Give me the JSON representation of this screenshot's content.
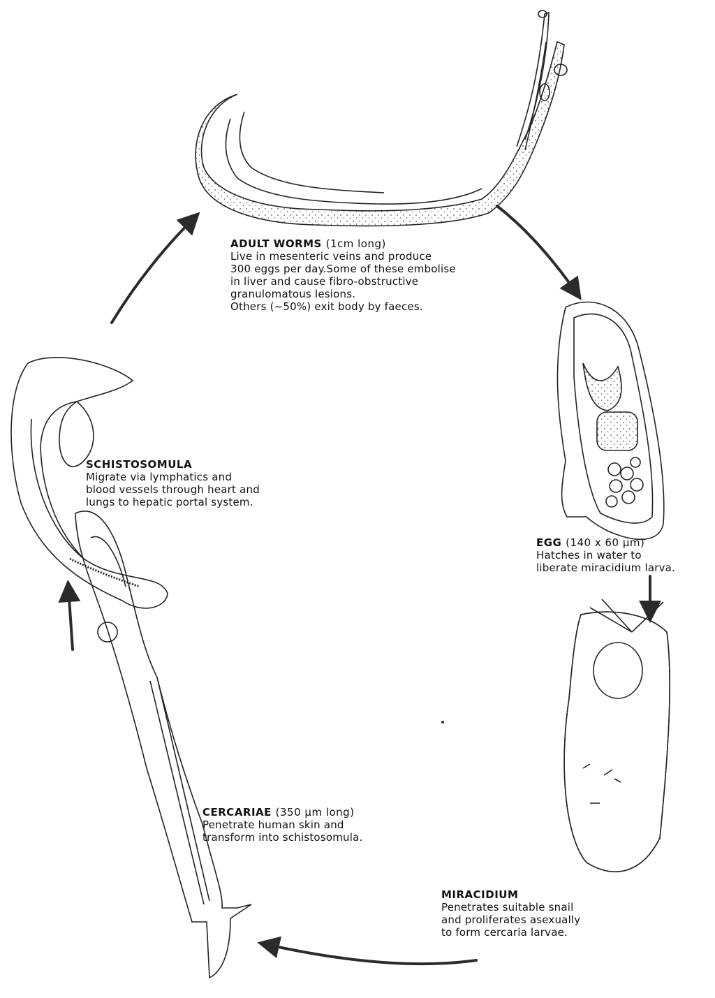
{
  "stages": {
    "adult": {
      "title": "ADULT WORMS",
      "size": "(1cm long)",
      "lines": [
        "Live in mesenteric veins and produce",
        "300 eggs per day.Some of these embolise",
        "in liver and cause fibro-obstructive",
        "granulomatous lesions.",
        "Others (∼50%) exit body by faeces."
      ]
    },
    "egg": {
      "title": "EGG",
      "size": "(140 x 60 µm)",
      "lines": [
        "Hatches in water to",
        "liberate miracidium larva."
      ]
    },
    "miracidium": {
      "title": "MIRACIDIUM",
      "lines": [
        "Penetrates suitable snail",
        "and proliferates asexually",
        "to form cercaria larvae."
      ]
    },
    "cercariae": {
      "title": "CERCARIAE",
      "size": "(350 µm long)",
      "lines": [
        "Penetrate human skin and",
        "transform into schistosomula."
      ]
    },
    "schistosomula": {
      "title": "SCHISTOSOMULA",
      "lines": [
        "Migrate via lymphatics and",
        "blood vessels through heart and",
        "lungs to hepatic portal system."
      ]
    }
  },
  "colors": {
    "ink": "#111111",
    "arrow": "#2b2b2b",
    "background": "#ffffff"
  }
}
